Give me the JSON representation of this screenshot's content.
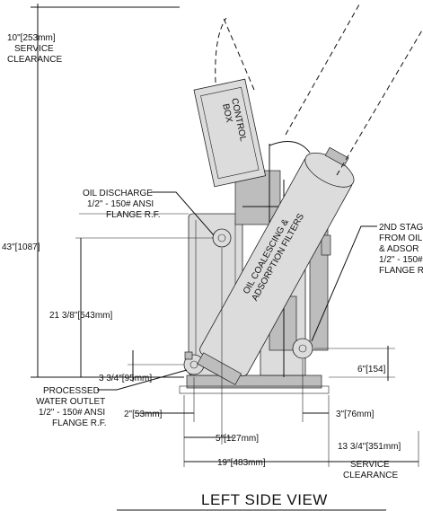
{
  "view_title": "LEFT SIDE VIEW",
  "dimensions": {
    "service_top": [
      "10\"[253mm]",
      "SERVICE",
      "CLEARANCE"
    ],
    "overall_height": "43\"[1087]",
    "discharge_height": "21 3/8\"[543mm]",
    "outlet_height": "3 3/4\"[95mm]",
    "inlet_height": "6\"[154]",
    "outlet_offset": "2\"[53mm]",
    "discharge_offset": "5\"[127mm]",
    "inlet_offset": "3\"[76mm]",
    "base_width": "19\"[483mm]",
    "service_right": [
      "13 3/4\"[351mm]",
      "SERVICE",
      "CLEARANCE"
    ]
  },
  "labels": {
    "control_box": [
      "CONTROL",
      "BOX"
    ],
    "filters": [
      "OIL COALESCING &",
      "ADSORPTION FILTERS"
    ],
    "oil_discharge": [
      "OIL DISCHARGE",
      "1/2\" - 150# ANSI",
      "FLANGE R.F."
    ],
    "processed_outlet": [
      "PROCESSED",
      "WATER OUTLET",
      "1/2\" - 150# ANSI",
      "FLANGE R.F."
    ],
    "second_stage": [
      "2ND STAG",
      "FROM OIL",
      "& ADSOR",
      "1/2\" - 150#",
      "FLANGE R"
    ]
  }
}
